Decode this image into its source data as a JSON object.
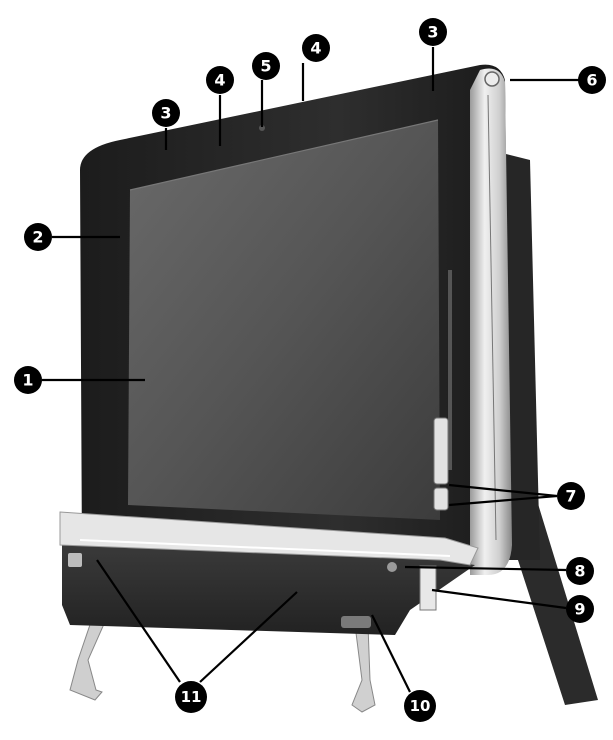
{
  "callouts": [
    {
      "id": "screen",
      "label": "1"
    },
    {
      "id": "bezel-edge",
      "label": "2"
    },
    {
      "id": "microphone-left",
      "label": "3"
    },
    {
      "id": "microphone-right",
      "label": "3"
    },
    {
      "id": "webcam-light-left",
      "label": "4"
    },
    {
      "id": "webcam-light-right",
      "label": "4"
    },
    {
      "id": "webcam",
      "label": "5"
    },
    {
      "id": "power-button",
      "label": "6"
    },
    {
      "id": "side-buttons",
      "label": "7"
    },
    {
      "id": "touch-sensor",
      "label": "8"
    },
    {
      "id": "memory-card-reader",
      "label": "9"
    },
    {
      "id": "infrared-receiver",
      "label": "10"
    },
    {
      "id": "speakers",
      "label": "11"
    }
  ],
  "colors": {
    "bezel": "#2a2a2a",
    "screen": "#5a5a5a",
    "chrome": "#d8d8d8",
    "callout": "#000000"
  }
}
